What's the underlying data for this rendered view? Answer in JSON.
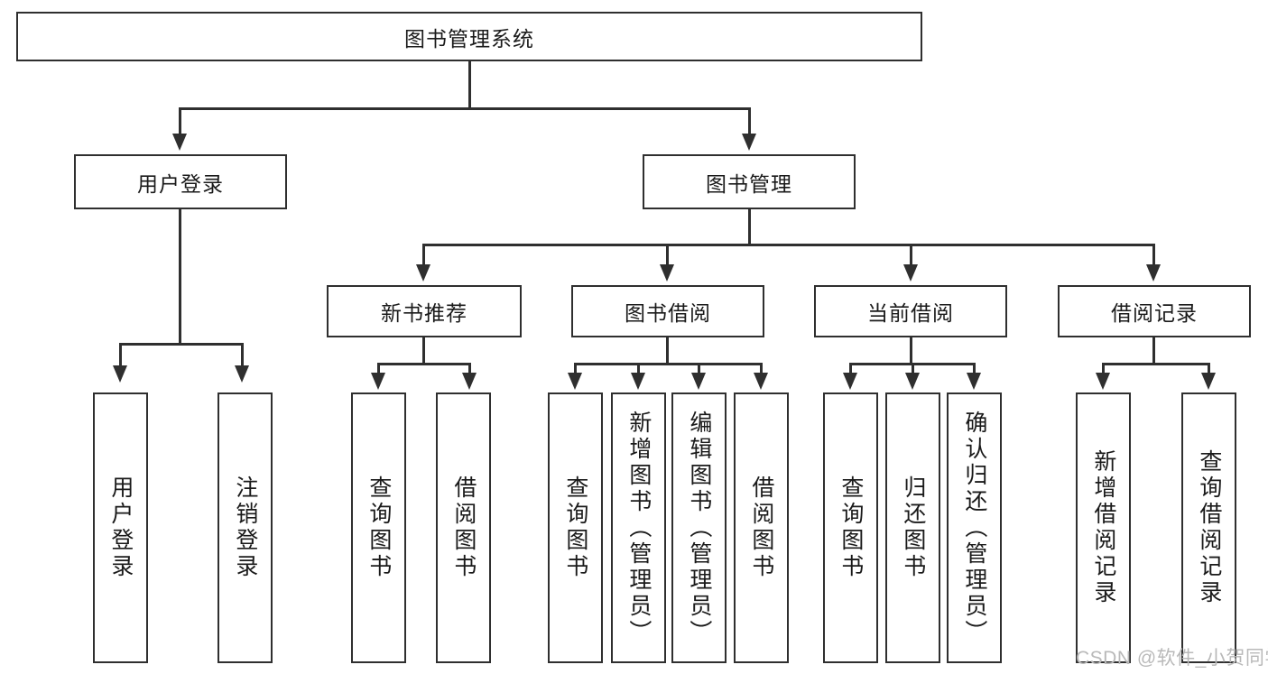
{
  "diagram": {
    "title": "图书管理系统",
    "type": "tree-hierarchy-diagram",
    "root": {
      "label": "图书管理系统"
    },
    "level2": [
      {
        "label": "用户登录"
      },
      {
        "label": "图书管理"
      }
    ],
    "level3": [
      {
        "label": "新书推荐"
      },
      {
        "label": "图书借阅"
      },
      {
        "label": "当前借阅"
      },
      {
        "label": "借阅记录"
      }
    ],
    "leaves": {
      "user_login": [
        {
          "label": "用户登录"
        },
        {
          "label": "注销登录"
        }
      ],
      "new_book_recommend": [
        {
          "label": "查询图书"
        },
        {
          "label": "借阅图书"
        }
      ],
      "book_borrow": [
        {
          "label": "查询图书"
        },
        {
          "label": "新增图书（管理员）"
        },
        {
          "label": "编辑图书（管理员）"
        },
        {
          "label": "借阅图书"
        }
      ],
      "current_borrow": [
        {
          "label": "查询图书"
        },
        {
          "label": "归还图书"
        },
        {
          "label": "确认归还（管理员）"
        }
      ],
      "borrow_record": [
        {
          "label": "新增借阅记录"
        },
        {
          "label": "查询借阅记录"
        }
      ]
    }
  },
  "watermark": {
    "text": "CSDN @软件_小贺同学"
  },
  "colors": {
    "stroke": "#2f2f2f",
    "background": "#ffffff",
    "text": "#1a1a1a",
    "watermark": "#b9b9b9"
  }
}
